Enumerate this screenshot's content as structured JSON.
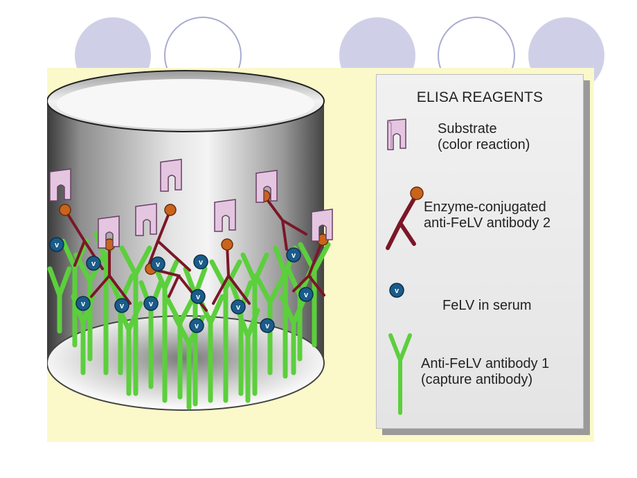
{
  "colors": {
    "background": "#fbf8c9",
    "deco_filled": "#cfd0e8",
    "deco_outline": "#a9abd0",
    "substrate": "#e4c6e0",
    "enzyme_antibody": "#7a1727",
    "enzyme_ball": "#c8641c",
    "felv": "#1a5c8a",
    "capture_antibody": "#5ccf3c"
  },
  "legend": {
    "title": "ELISA REAGENTS",
    "items": [
      {
        "icon": "substrate-icon",
        "lines": [
          "Substrate",
          "(color reaction)"
        ]
      },
      {
        "icon": "enzyme-antibody-icon",
        "lines": [
          "Enzyme-conjugated",
          "anti-FeLV antibody 2"
        ]
      },
      {
        "icon": "felv-icon",
        "lines": [
          "FeLV in serum"
        ]
      },
      {
        "icon": "capture-antibody-icon",
        "lines": [
          "Anti-FeLV antibody 1",
          "(capture antibody)"
        ]
      }
    ]
  },
  "well": {
    "felv_symbol": "v"
  }
}
